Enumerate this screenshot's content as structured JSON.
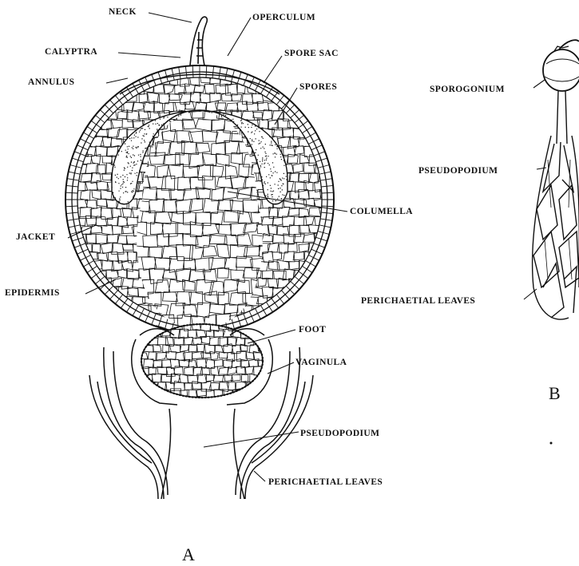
{
  "labels": {
    "neck": "NECK",
    "operculum": "OPERCULUM",
    "calyptra": "CALYPTRA",
    "spore_sac": "SPORE SAC",
    "annulus": "ANNULUS",
    "spores": "SPORES",
    "columella": "COLUMELLA",
    "jacket": "JACKET",
    "epidermis": "EPIDERMIS",
    "foot": "FOOT",
    "vaginula": "VAGINULA",
    "pseudopodium_a": "PSEUDOPODIUM",
    "perichaetial_leaves_a": "PERICHAETIAL LEAVES",
    "sporogonium": "SPOROGONIUM",
    "pseudopodium_b": "PSEUDOPODIUM",
    "perichaetial_leaves_b": "PERICHAETIAL LEAVES"
  },
  "figure_letters": {
    "a": "A",
    "b": "B"
  }
}
